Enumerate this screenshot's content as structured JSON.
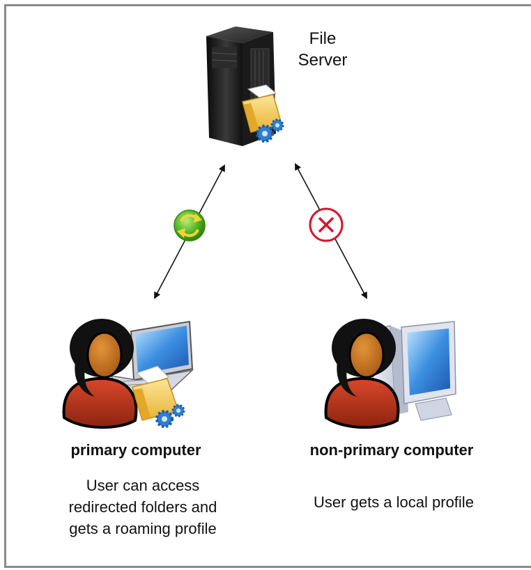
{
  "diagram": {
    "server": {
      "label_line1": "File",
      "label_line2": "Server",
      "icon": "file-server-icon"
    },
    "primary": {
      "title": "primary computer",
      "desc_line1": "User can access",
      "desc_line2": "redirected folders and",
      "desc_line3": "gets a roaming profile",
      "icon": "user-laptop-icon",
      "link_status_icon": "sync-icon"
    },
    "non_primary": {
      "title": "non-primary computer",
      "desc_line1": "User gets a local profile",
      "icon": "user-desktop-icon",
      "link_status_icon": "blocked-icon"
    },
    "colors": {
      "frame": "#8a8a8a",
      "sync_green": "#4caf1e",
      "blocked_red": "#d9152b",
      "folder_yellow": "#f4c64a",
      "gear_blue": "#2f7fd0",
      "skin": "#c8741f",
      "shirt_red": "#b8321b"
    }
  }
}
